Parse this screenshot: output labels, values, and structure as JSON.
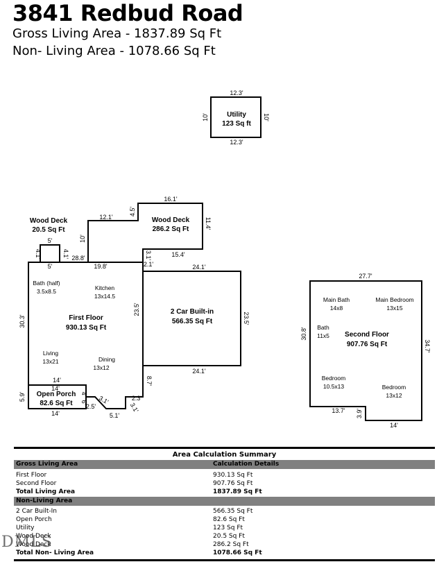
{
  "header": {
    "address": "3841 Redbud Road",
    "gross_living": "Gross Living Area - 1837.89 Sq Ft",
    "non_living": "Non- Living Area - 1078.66 Sq Ft"
  },
  "plan": {
    "utility": {
      "name": "Utility",
      "area": "123 Sq ft",
      "dim_top": "12.3'",
      "dim_bottom": "12.3'",
      "dim_left": "10'",
      "dim_right": "10'"
    },
    "wood_deck_small": {
      "name": "Wood Deck",
      "area": "20.5 Sq Ft",
      "dim_top": "5'",
      "dim_bottom": "5'",
      "dim_left": "4.1'",
      "dim_right": "4.1'"
    },
    "wood_deck_large": {
      "name": "Wood Deck",
      "area": "286.2 Sq Ft",
      "dims": [
        "16.1'",
        "4.5'",
        "12.1'",
        "10'",
        "11.4'",
        "15.4'",
        "3.1'",
        "2.1'",
        "28.8'",
        "19.8'"
      ]
    },
    "first_floor": {
      "name": "First Floor",
      "area": "930.13 Sq Ft",
      "dims": [
        "30.3'",
        "23.5'",
        "8.7'",
        "2.3'",
        "3.1'",
        "5.1'",
        "3.1'",
        "2.5'",
        "6'",
        "4'",
        "14'"
      ],
      "rooms": [
        {
          "name": "Bath (half)",
          "size": "3.5x8.5"
        },
        {
          "name": "Kitchen",
          "size": "13x14.5"
        },
        {
          "name": "Living",
          "size": "13x21"
        },
        {
          "name": "Dining",
          "size": "13x12"
        }
      ]
    },
    "garage": {
      "name": "2 Car Built-in",
      "area": "566.35 Sq Ft",
      "dim_top": "24.1'",
      "dim_bottom": "24.1'",
      "dim_right": "23.5'"
    },
    "open_porch": {
      "name": "Open Porch",
      "area": "82.6 Sq Ft",
      "dim_top": "14'",
      "dim_bottom": "14'",
      "dim_left": "5.9'"
    },
    "second_floor": {
      "name": "Second Floor",
      "area": "907.76 Sq Ft",
      "dims": [
        "27.7'",
        "30.8'",
        "34.7'",
        "13.7'",
        "3.9'",
        "14'"
      ],
      "rooms": [
        {
          "name": "Main Bath",
          "size": "14x8"
        },
        {
          "name": "Main Bedroom",
          "size": "13x15"
        },
        {
          "name": "Bath",
          "size": "11x5"
        },
        {
          "name": "Bedroom",
          "size": "10.5x13"
        },
        {
          "name": "Bedroom",
          "size": "13x12"
        }
      ]
    }
  },
  "summary": {
    "title": "Area Calculation Summary",
    "gla": {
      "heading": "Gross Living Area",
      "heading_col2": "Calculation Details",
      "rows": [
        {
          "label": "First Floor",
          "value": "930.13 Sq Ft"
        },
        {
          "label": "Second Floor",
          "value": "907.76 Sq Ft"
        }
      ],
      "total": {
        "label": "Total Living Area",
        "value": "1837.89 Sq Ft"
      }
    },
    "nla": {
      "heading": "Non-Living Area",
      "rows": [
        {
          "label": "2 Car Built-In",
          "value": "566.35 Sq Ft"
        },
        {
          "label": "Open Porch",
          "value": "82.6 Sq Ft"
        },
        {
          "label": "Utility",
          "value": "123 Sq Ft"
        },
        {
          "label": "Wood Deck",
          "value": "20.5 Sq Ft"
        },
        {
          "label": "Wood Deck",
          "value": "286.2 Sq Ft"
        }
      ],
      "total": {
        "label": "Total Non- Living Area",
        "value": "1078.66 Sq Ft"
      }
    }
  },
  "watermark": "DMLS"
}
